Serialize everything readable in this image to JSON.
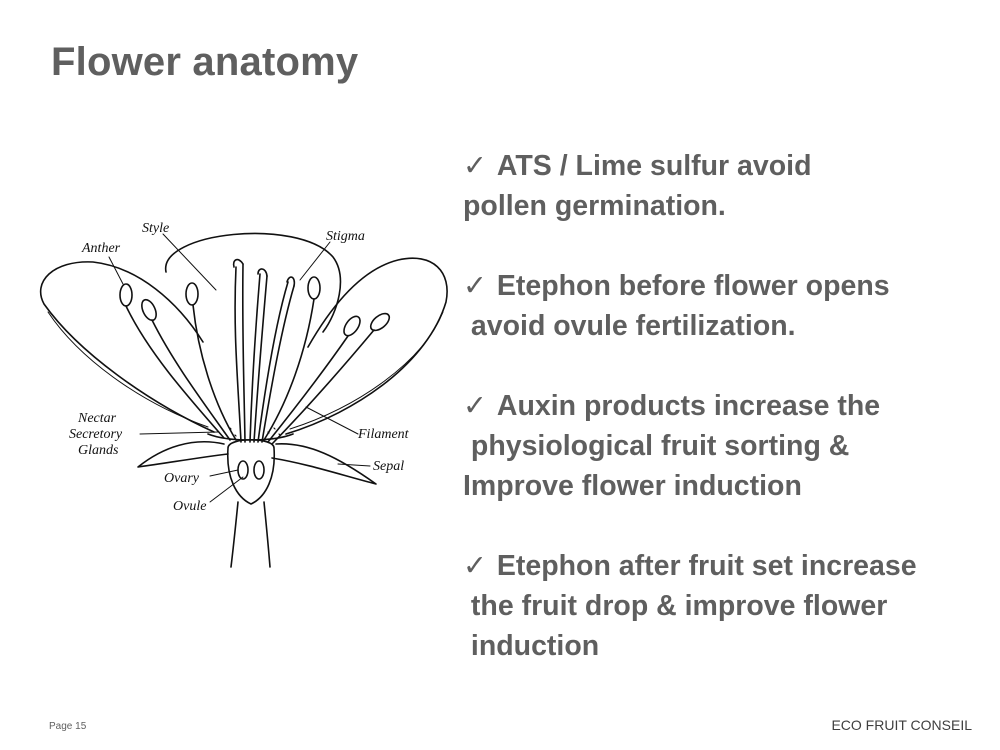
{
  "slide": {
    "title": "Flower anatomy"
  },
  "diagram": {
    "labels": {
      "style": "Style",
      "stigma": "Stigma",
      "anther": "Anther",
      "nectar_1": "Nectar",
      "nectar_2": "Secretory",
      "nectar_3": "Glands",
      "filament": "Filament",
      "sepal": "Sepal",
      "ovary": "Ovary",
      "ovule": "Ovule"
    }
  },
  "bullets": [
    {
      "check": "✓",
      "lines": [
        "ATS / Lime sulfur avoid",
        "pollen germination."
      ]
    },
    {
      "check": "✓",
      "lines": [
        "Etephon before flower opens",
        " avoid ovule fertilization."
      ]
    },
    {
      "check": "✓",
      "lines": [
        "Auxin products increase the",
        " physiological fruit sorting &",
        "Improve flower induction"
      ]
    },
    {
      "check": "✓",
      "lines": [
        "Etephon after fruit set increase",
        " the fruit drop & improve flower",
        " induction"
      ]
    }
  ],
  "footer": {
    "page": "Page 15",
    "brand": "ECO FRUIT CONSEIL"
  }
}
